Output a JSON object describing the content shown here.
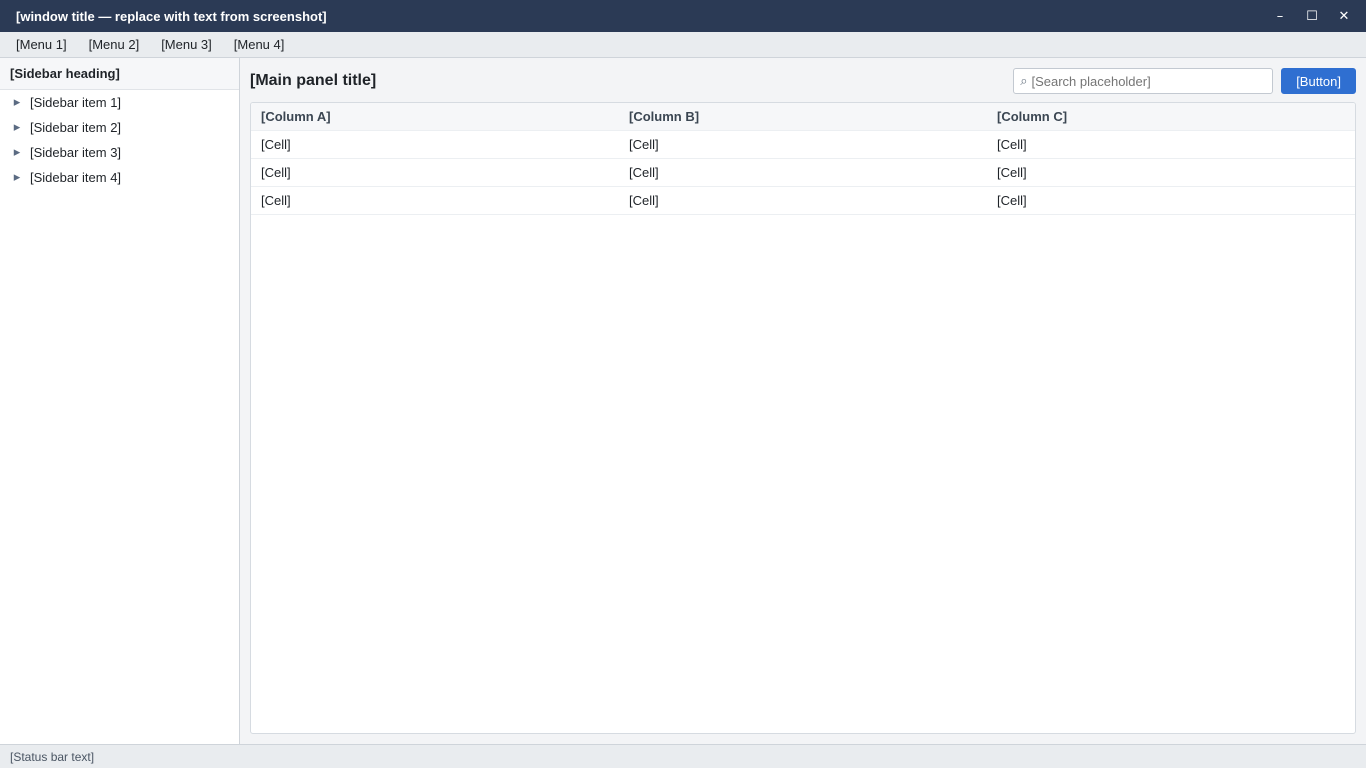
{
  "window": {
    "title": "[window title — replace with text from screenshot]",
    "minimize_glyph": "–",
    "maximize_glyph": "☐",
    "close_glyph": "✕"
  },
  "menu": {
    "items": [
      {
        "label": "[Menu 1]"
      },
      {
        "label": "[Menu 2]"
      },
      {
        "label": "[Menu 3]"
      },
      {
        "label": "[Menu 4]"
      }
    ]
  },
  "sidebar": {
    "header": "[Sidebar heading]",
    "items": [
      {
        "label": "[Sidebar item 1]",
        "icon": "▸"
      },
      {
        "label": "[Sidebar item 2]",
        "icon": "▸"
      },
      {
        "label": "[Sidebar item 3]",
        "icon": "▸"
      },
      {
        "label": "[Sidebar item 4]",
        "icon": "▸"
      }
    ]
  },
  "main": {
    "title": "[Main panel title]",
    "search": {
      "placeholder": "[Search placeholder]",
      "icon": "⌕"
    },
    "action_label": "[Button]",
    "table": {
      "columns": [
        "[Column A]",
        "[Column B]",
        "[Column C]"
      ],
      "rows": [
        [
          "[Cell]",
          "[Cell]",
          "[Cell]"
        ],
        [
          "[Cell]",
          "[Cell]",
          "[Cell]"
        ],
        [
          "[Cell]",
          "[Cell]",
          "[Cell]"
        ]
      ]
    }
  },
  "statusbar": {
    "text": "[Status bar text]"
  },
  "colors": {
    "titlebar_bg": "#2b3a55",
    "accent": "#2f6fd1"
  }
}
